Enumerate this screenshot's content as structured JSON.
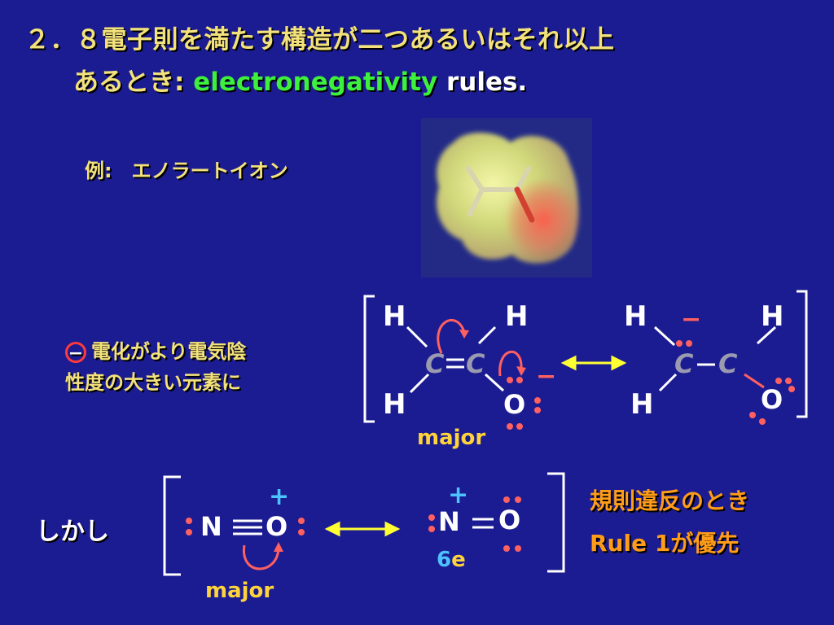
{
  "title": {
    "line1": "２．８電子則を満たす構造が二つあるいはそれ以上",
    "line2_prefix": "あるとき:",
    "line2_term": "electronegativity",
    "line2_suffix": "rules."
  },
  "example": {
    "label": "例:",
    "term": "エノラートイオン"
  },
  "electronegativity_note": {
    "symbol": "−",
    "line1": "電化がより電気陰",
    "line2": "性度の大きい元素に"
  },
  "enolate": {
    "atoms": {
      "h": "H",
      "c": "C",
      "o": "O"
    },
    "charge": "−",
    "major_label": "major"
  },
  "no_cation": {
    "intro": "しかし",
    "atoms": {
      "n": "N",
      "o": "O"
    },
    "charge": "+",
    "six_e_num": "6",
    "six_e_letter": "e",
    "major_label": "major"
  },
  "violation_note": {
    "line1": "規則違反のとき",
    "line2": "Rule 1が優先"
  },
  "colors": {
    "background": "#1c1c92",
    "title": "#f3e27c",
    "highlight": "#3ef03e",
    "lone_pair": "#ff6060",
    "arrow": "#ffff33",
    "plus": "#4cc3ff",
    "orange": "#ff9d1a",
    "major": "#ffd43a"
  }
}
